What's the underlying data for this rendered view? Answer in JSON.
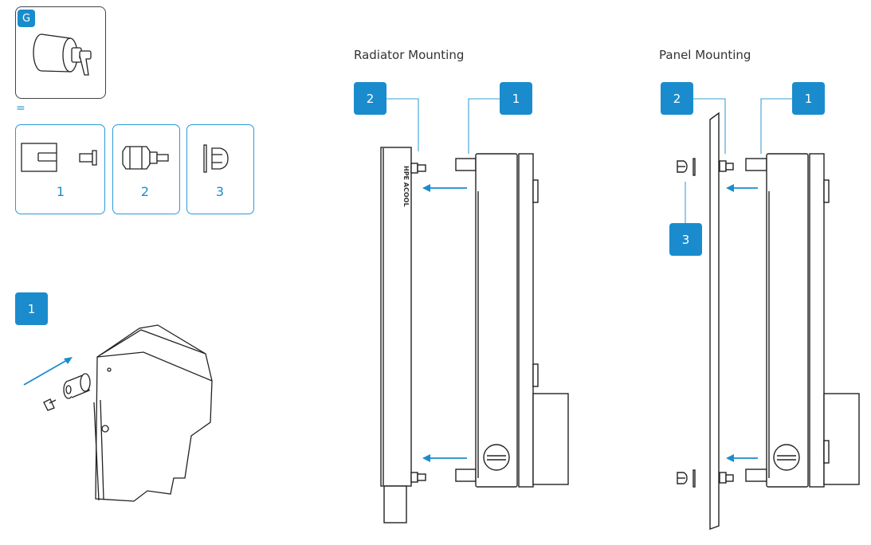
{
  "kit_badge": "G",
  "equals_sign": "=",
  "parts": [
    {
      "label": "1"
    },
    {
      "label": "2"
    },
    {
      "label": "3"
    }
  ],
  "step_badge": "1",
  "radiator": {
    "heading": "Radiator Mounting",
    "badge_left": "2",
    "badge_right": "1",
    "rail_text": "HPE ACOOL"
  },
  "panel": {
    "heading": "Panel Mounting",
    "badge_left": "2",
    "badge_right": "1",
    "badge_lower": "3"
  },
  "colors": {
    "accent": "#1a8ccd",
    "line": "#222222",
    "panel_border": "#2a9ad6"
  }
}
